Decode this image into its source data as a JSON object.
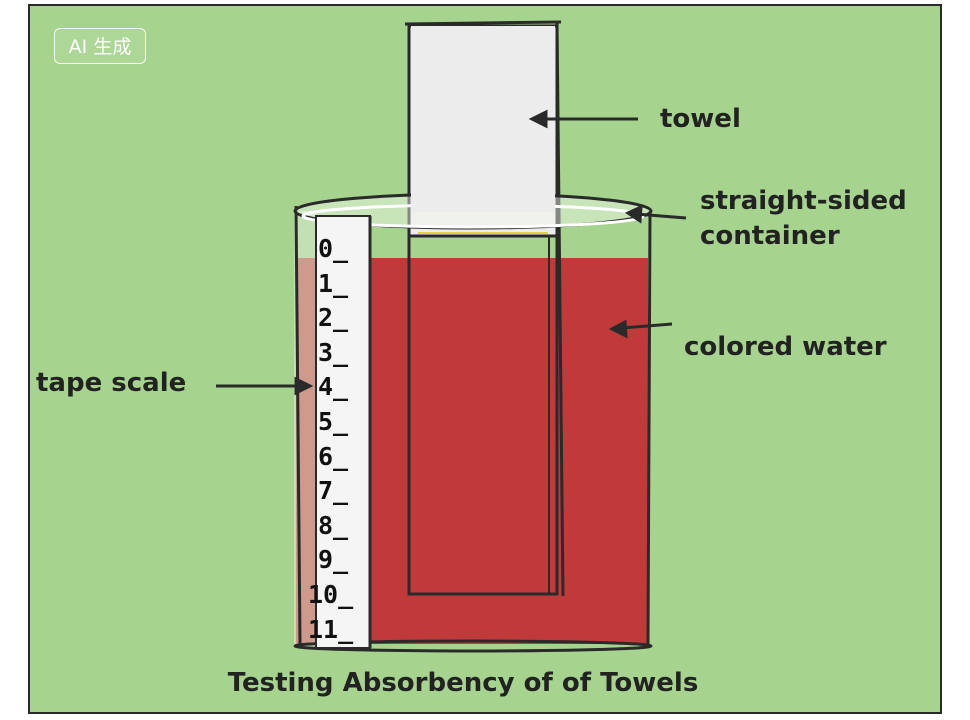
{
  "badge": "AI 生成",
  "labels": {
    "towel": "towel",
    "container_line1": "straight-sided",
    "container_line2": "container",
    "water": "colored water",
    "tape": "tape scale"
  },
  "title": "Testing Absorbency of of Towels",
  "scale": {
    "ticks": [
      "0_",
      "1_",
      "2_",
      "3_",
      "4_",
      "5_",
      "6_",
      "7_",
      "8_",
      "9_",
      "10_",
      "11_"
    ]
  },
  "colors": {
    "background": "#a6d48e",
    "water": "#c03a3a",
    "towel": "#ececec",
    "outline": "#2a2a2a"
  }
}
